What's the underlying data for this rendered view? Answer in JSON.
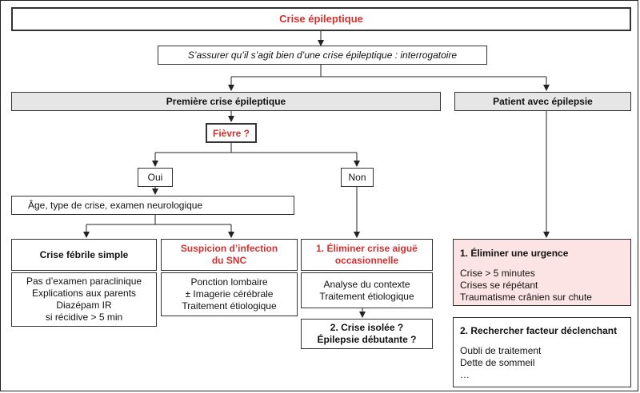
{
  "crise": "Crise épileptique",
  "assurer": "S’assurer qu’il s’agit bien d’une crise épileptique : interrogatoire",
  "premiere": "Première crise épileptique",
  "patient": "Patient avec épilepsie",
  "fievre": "Fièvre ?",
  "oui": "Oui",
  "non": "Non",
  "age": "Âge, type de crise, examen neurologique",
  "febrile": {
    "title": "Crise fébrile simple",
    "lines": [
      "Pas d’examen paraclinique",
      "Explications aux parents",
      "Diazépam IR",
      "si récidive > 5 min"
    ]
  },
  "snc": {
    "title": [
      "Suspicion d’infection",
      "du SNC"
    ],
    "lines": [
      "Ponction lombaire",
      "± Imagerie cérébrale",
      "Traitement étiologique"
    ]
  },
  "eliminer_aigue": {
    "title": [
      "1. Éliminer crise aiguë",
      "occasionnelle"
    ],
    "lines": [
      "Analyse du contexte",
      "Traitement étiologique"
    ]
  },
  "isolee": [
    "2. Crise isolée ?",
    "Épilepsie débutante ?"
  ],
  "urgence": {
    "title": "1. Éliminer une urgence",
    "lines": [
      "Crise > 5 minutes",
      "Crises se répétant",
      "Traumatisme crânien sur chute"
    ]
  },
  "facteur": {
    "title": "2. Rechercher facteur déclenchant",
    "lines": [
      "Oubli de traitement",
      "Dette de sommeil",
      "…"
    ]
  },
  "colors": {
    "accent_red": "#d32f2f",
    "header_gray": "#e6e6e6",
    "urgent_pink": "#fde4e4"
  }
}
